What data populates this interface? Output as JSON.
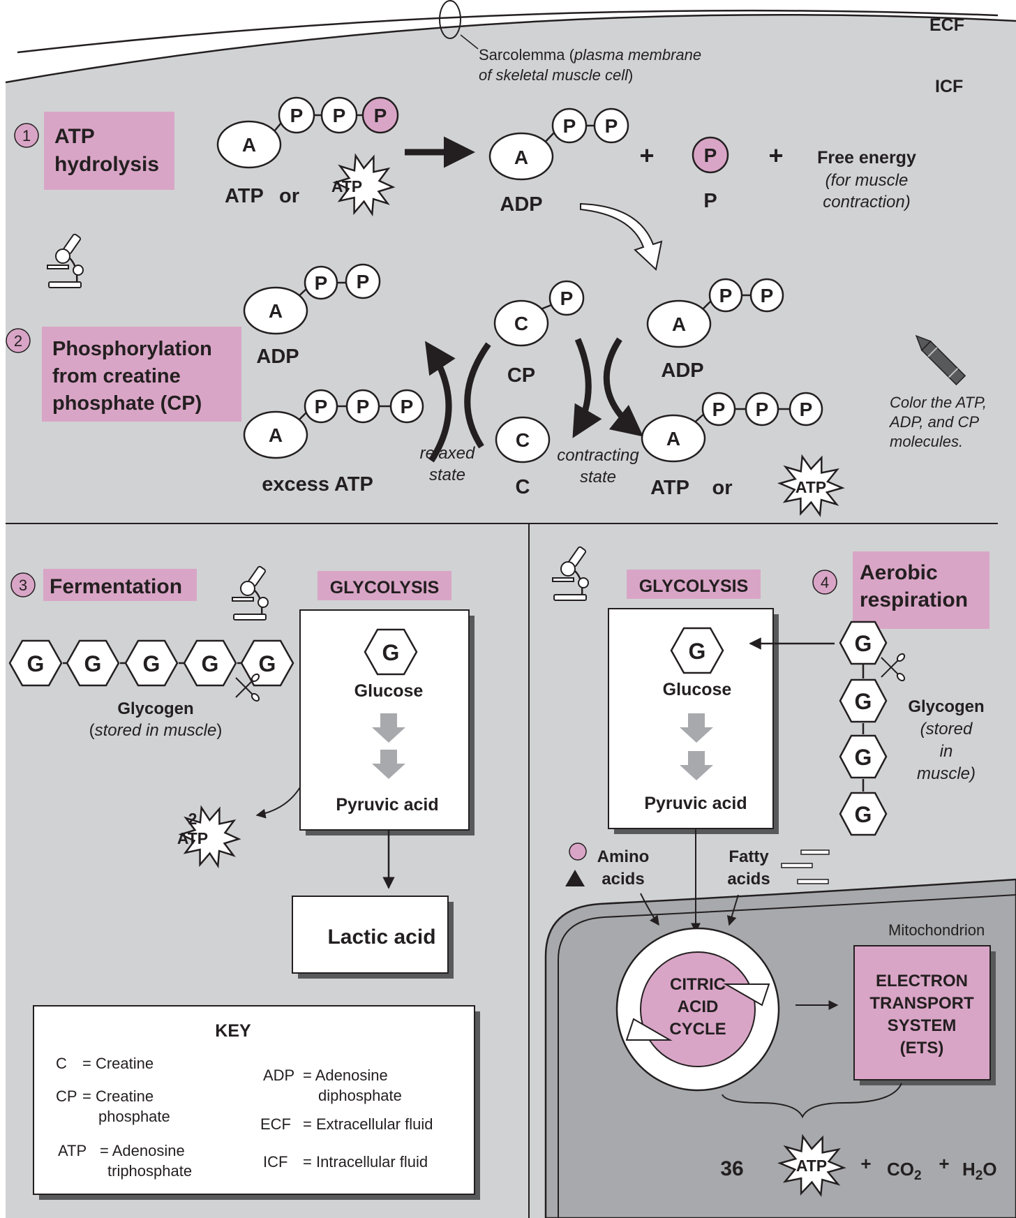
{
  "labels": {
    "ecf": "ECF",
    "icf": "ICF",
    "sarcolemma_line1": "Sarcolemma (",
    "sarcolemma_line1_italic": "plasma membrane",
    "sarcolemma_line2_italic": "of skeletal muscle cell",
    "sarcolemma_line2_end": ")"
  },
  "pathway1": {
    "number": "1",
    "title_line1": "ATP",
    "title_line2": "hydrolysis",
    "atp_label": "ATP",
    "or": "or",
    "burst": "ATP",
    "adp": "ADP",
    "p_label": "P",
    "plus": "+",
    "free_energy": "Free energy",
    "free_energy_note1": "(for muscle",
    "free_energy_note2": "contraction)"
  },
  "pathway2": {
    "number": "2",
    "title_line1": "Phosphorylation",
    "title_line2": "from creatine",
    "title_line3": "phosphate (CP)",
    "adp_left": "ADP",
    "excess_atp": "excess ATP",
    "cp": "CP",
    "c": "C",
    "relaxed1": "relaxed",
    "relaxed2": "state",
    "contracting1": "contracting",
    "contracting2": "state",
    "adp_right": "ADP",
    "atp_right": "ATP",
    "or": "or",
    "burst": "ATP",
    "color_note1": "Color the ATP,",
    "color_note2": "ADP, and CP",
    "color_note3": "molecules."
  },
  "molecule_letters": {
    "a": "A",
    "p": "P",
    "c": "C",
    "g": "G"
  },
  "pathway3": {
    "number": "3",
    "title": "Fermentation",
    "glycolysis": "GLYCOLYSIS",
    "glucose": "Glucose",
    "pyruvic": "Pyruvic acid",
    "glycogen": "Glycogen",
    "stored_open": "(",
    "stored": "stored in muscle",
    "stored_close": ")",
    "atp_count": "2",
    "atp_burst": "ATP",
    "lactic": "Lactic acid"
  },
  "pathway4": {
    "number": "4",
    "title_line1": "Aerobic",
    "title_line2": "respiration",
    "glycolysis": "GLYCOLYSIS",
    "glucose": "Glucose",
    "pyruvic": "Pyruvic acid",
    "glycogen": "Glycogen",
    "stored1": "(stored",
    "stored2": "in",
    "stored3": "muscle)",
    "amino1": "Amino",
    "amino2": "acids",
    "fatty1": "Fatty",
    "fatty2": "acids",
    "mitochondrion": "Mitochondrion",
    "cac1": "CITRIC",
    "cac2": "ACID",
    "cac3": "CYCLE",
    "ets1": "ELECTRON",
    "ets2": "TRANSPORT",
    "ets3": "SYSTEM",
    "ets4": "(ETS)",
    "atp_count": "36",
    "atp_burst": "ATP",
    "plus": "+",
    "co2": "CO",
    "co2_sub": "2",
    "h2o": "H",
    "h2o_sub": "2",
    "h2o_end": "O"
  },
  "key": {
    "title": "KEY",
    "c": "C",
    "c_eq": "= Creatine",
    "cp": "CP",
    "cp_eq1": "= Creatine",
    "cp_eq2": "phosphate",
    "atp": "ATP",
    "atp_eq1": "= Adenosine",
    "atp_eq2": "triphosphate",
    "adp": "ADP",
    "adp_eq1": "= Adenosine",
    "adp_eq2": "diphosphate",
    "ecf": "ECF",
    "ecf_eq": "= Extracellular fluid",
    "icf": "ICF",
    "icf_eq": "= Intracellular fluid"
  },
  "colors": {
    "cytoplasm": "#d1d2d4",
    "mitochondrion": "#a7a9ac",
    "highlight": "#d9a5c6",
    "arrow_grey": "#a7a9ac"
  },
  "icons": [
    "microscope-icon",
    "crayon-icon",
    "scissors-icon"
  ]
}
